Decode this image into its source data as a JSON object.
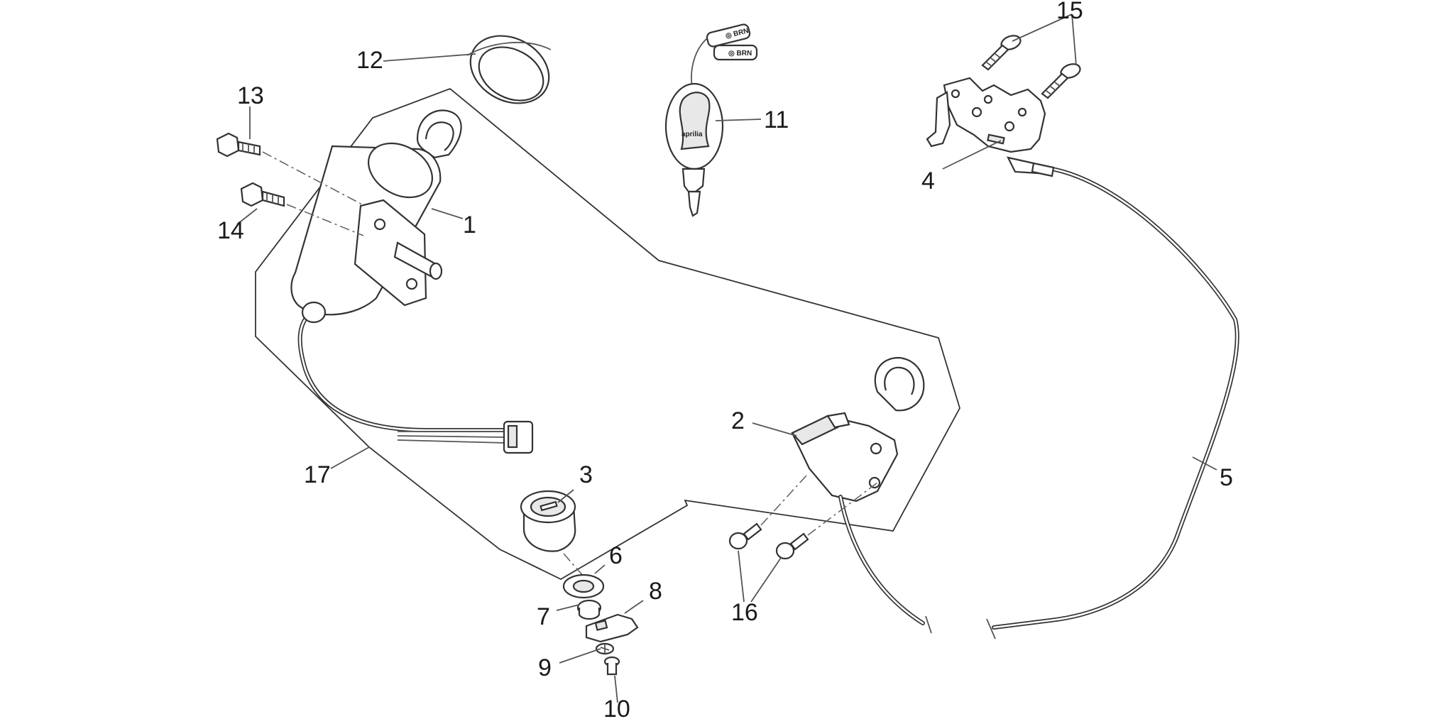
{
  "diagram": {
    "callouts": [
      "1",
      "2",
      "3",
      "4",
      "5",
      "6",
      "7",
      "8",
      "9",
      "10",
      "11",
      "12",
      "13",
      "14",
      "15",
      "16",
      "17"
    ],
    "key_fob_text": "aprilia"
  }
}
